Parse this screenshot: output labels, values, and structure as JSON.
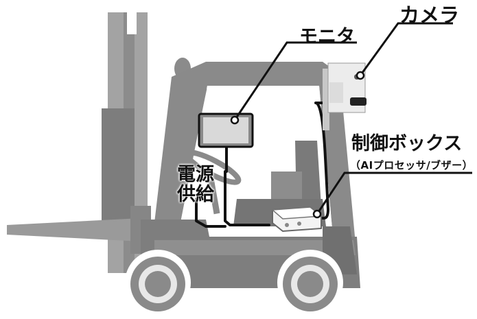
{
  "labels": {
    "camera": "カメラ",
    "monitor": "モニタ",
    "control_box": "制御ボックス",
    "control_box_sub": "（AIプロセッサ/ブザー）",
    "power_line1": "電源",
    "power_line2": "供給"
  },
  "colors": {
    "body": "#8a8a8a",
    "body_dark": "#6f6f6f",
    "body_light": "#a5a5a5",
    "mast": "#9c9c9c",
    "seat": "#777777",
    "cable": "#111111",
    "device": "#f2f2f2"
  }
}
